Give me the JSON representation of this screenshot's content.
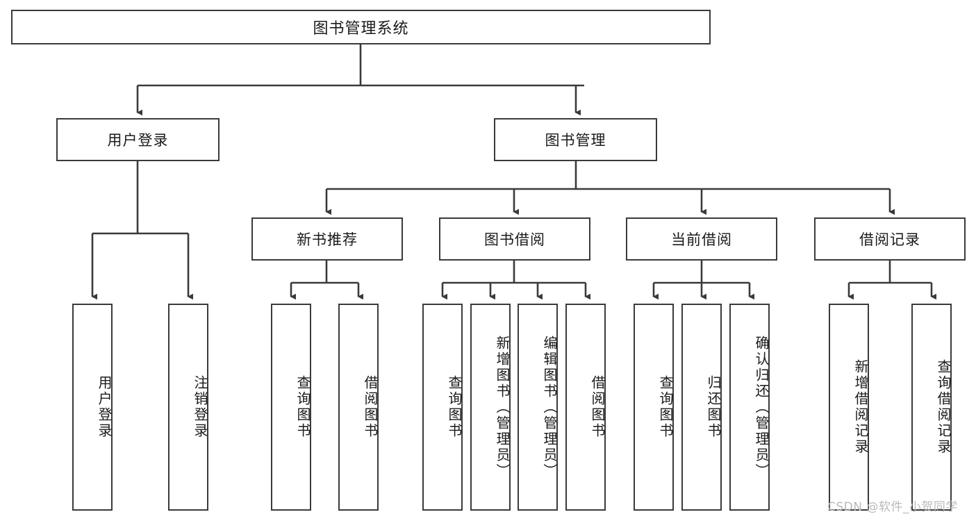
{
  "diagram": {
    "title": "图书管理系统",
    "type": "功能结构图",
    "watermark": "CSDN @软件_小贺同学",
    "line_color": "#3a3a3a",
    "background_color": "#ffffff",
    "text_color": "#1a1a1a"
  },
  "nodes": {
    "root": {
      "label": "图书管理系统"
    },
    "level2": [
      {
        "label": "用户登录"
      },
      {
        "label": "图书管理"
      }
    ],
    "level3": [
      {
        "label": "新书推荐"
      },
      {
        "label": "图书借阅"
      },
      {
        "label": "当前借阅"
      },
      {
        "label": "借阅记录"
      }
    ],
    "leaves": {
      "user_login": [
        {
          "label": "用户登录"
        },
        {
          "label": "注销登录"
        }
      ],
      "new_book": [
        {
          "label": "查询图书"
        },
        {
          "label": "借阅图书"
        }
      ],
      "book_borrow": [
        {
          "label": "查询图书"
        },
        {
          "label": "新增图书（管理员）"
        },
        {
          "label": "编辑图书（管理员）"
        },
        {
          "label": "借阅图书"
        }
      ],
      "current_borrow": [
        {
          "label": "查询图书"
        },
        {
          "label": "归还图书"
        },
        {
          "label": "确认归还（管理员）"
        }
      ],
      "borrow_record": [
        {
          "label": "新增借阅记录"
        },
        {
          "label": "查询借阅记录"
        }
      ]
    }
  }
}
